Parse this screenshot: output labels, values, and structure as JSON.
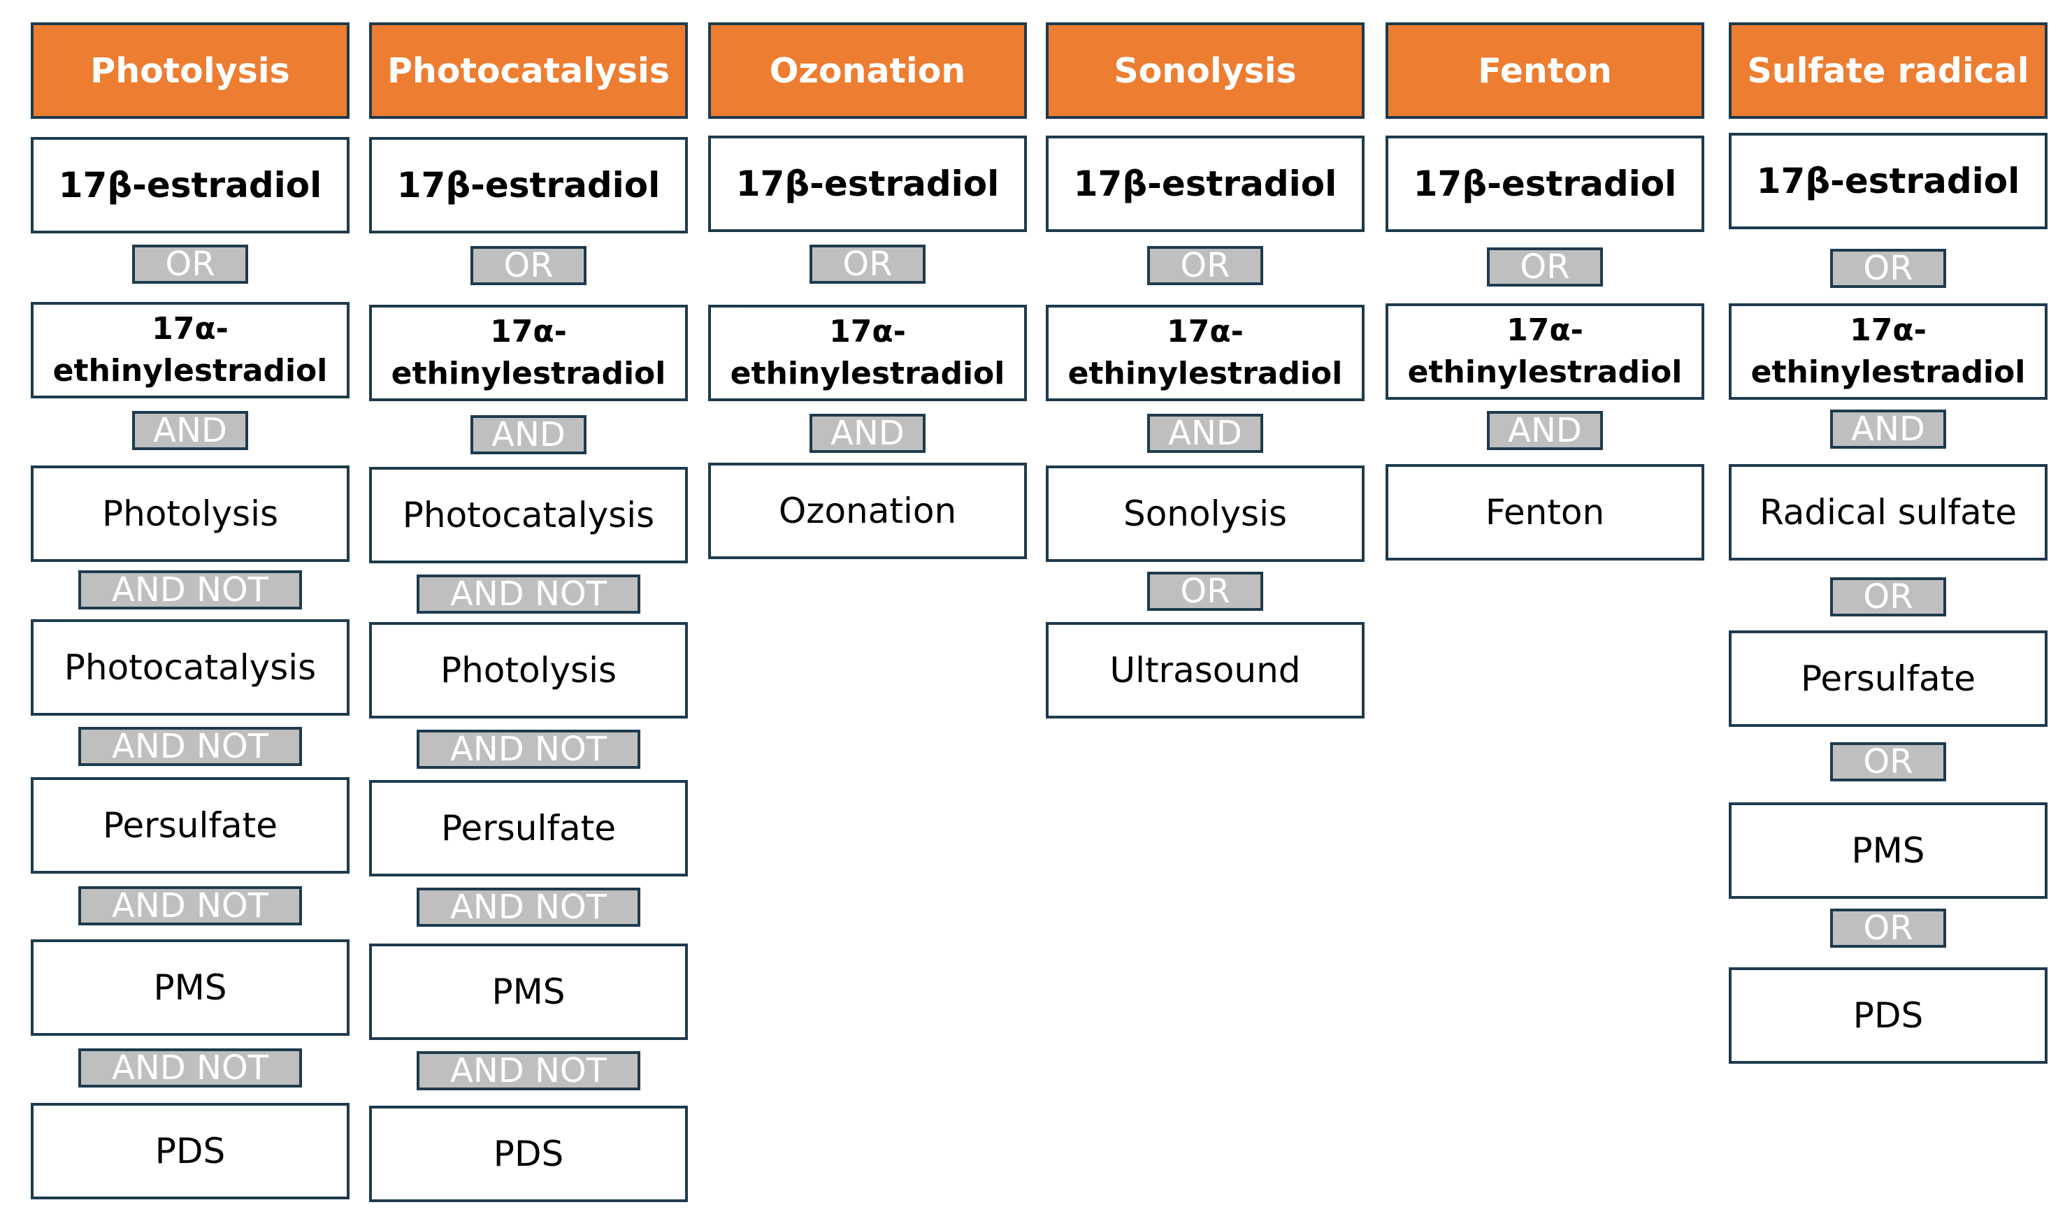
{
  "columns": [
    {
      "id": "photolysis",
      "header": "Photolysis",
      "items": [
        {
          "kind": "term",
          "text": "17β-estradiol",
          "bold": true
        },
        {
          "kind": "op",
          "text": "OR"
        },
        {
          "kind": "term",
          "text": "17α-ethinylestradiol",
          "bold": true
        },
        {
          "kind": "op",
          "text": "AND"
        },
        {
          "kind": "term",
          "text": "Photolysis",
          "bold": false
        },
        {
          "kind": "op",
          "text": "AND NOT"
        },
        {
          "kind": "term",
          "text": "Photocatalysis",
          "bold": false
        },
        {
          "kind": "op",
          "text": "AND NOT"
        },
        {
          "kind": "term",
          "text": "Persulfate",
          "bold": false
        },
        {
          "kind": "op",
          "text": "AND NOT"
        },
        {
          "kind": "term",
          "text": "PMS",
          "bold": false
        },
        {
          "kind": "op",
          "text": "AND NOT"
        },
        {
          "kind": "term",
          "text": "PDS",
          "bold": false
        }
      ]
    },
    {
      "id": "photocatalysis",
      "header": "Photocatalysis",
      "items": [
        {
          "kind": "term",
          "text": "17β-estradiol",
          "bold": true
        },
        {
          "kind": "op",
          "text": "OR"
        },
        {
          "kind": "term",
          "text": "17α-ethinylestradiol",
          "bold": true
        },
        {
          "kind": "op",
          "text": "AND"
        },
        {
          "kind": "term",
          "text": "Photocatalysis",
          "bold": false
        },
        {
          "kind": "op",
          "text": "AND NOT"
        },
        {
          "kind": "term",
          "text": "Photolysis",
          "bold": false
        },
        {
          "kind": "op",
          "text": "AND NOT"
        },
        {
          "kind": "term",
          "text": "Persulfate",
          "bold": false
        },
        {
          "kind": "op",
          "text": "AND NOT"
        },
        {
          "kind": "term",
          "text": "PMS",
          "bold": false
        },
        {
          "kind": "op",
          "text": "AND NOT"
        },
        {
          "kind": "term",
          "text": "PDS",
          "bold": false
        }
      ]
    },
    {
      "id": "ozonation",
      "header": "Ozonation",
      "items": [
        {
          "kind": "term",
          "text": "17β-estradiol",
          "bold": true
        },
        {
          "kind": "op",
          "text": "OR"
        },
        {
          "kind": "term",
          "text": "17α-ethinylestradiol",
          "bold": true
        },
        {
          "kind": "op",
          "text": "AND"
        },
        {
          "kind": "term",
          "text": "Ozonation",
          "bold": false
        }
      ]
    },
    {
      "id": "sonolysis",
      "header": "Sonolysis",
      "items": [
        {
          "kind": "term",
          "text": "17β-estradiol",
          "bold": true
        },
        {
          "kind": "op",
          "text": "OR"
        },
        {
          "kind": "term",
          "text": "17α-ethinylestradiol",
          "bold": true
        },
        {
          "kind": "op",
          "text": "AND"
        },
        {
          "kind": "term",
          "text": "Sonolysis",
          "bold": false
        },
        {
          "kind": "op",
          "text": "OR"
        },
        {
          "kind": "term",
          "text": "Ultrasound",
          "bold": false
        }
      ]
    },
    {
      "id": "fenton",
      "header": "Fenton",
      "items": [
        {
          "kind": "term",
          "text": "17β-estradiol",
          "bold": true
        },
        {
          "kind": "op",
          "text": "OR"
        },
        {
          "kind": "term",
          "text": "17α-ethinylestradiol",
          "bold": true
        },
        {
          "kind": "op",
          "text": "AND"
        },
        {
          "kind": "term",
          "text": "Fenton",
          "bold": false
        }
      ]
    },
    {
      "id": "sulfate-radical",
      "header": "Sulfate radical",
      "items": [
        {
          "kind": "term",
          "text": "17β-estradiol",
          "bold": true
        },
        {
          "kind": "op",
          "text": "OR"
        },
        {
          "kind": "term",
          "text": "17α-ethinylestradiol",
          "bold": true
        },
        {
          "kind": "op",
          "text": "AND"
        },
        {
          "kind": "term",
          "text": "Radical sulfate",
          "bold": false
        },
        {
          "kind": "op",
          "text": "OR"
        },
        {
          "kind": "term",
          "text": "Persulfate",
          "bold": false
        },
        {
          "kind": "op",
          "text": "OR"
        },
        {
          "kind": "term",
          "text": "PMS",
          "bold": false
        },
        {
          "kind": "op",
          "text": "OR"
        },
        {
          "kind": "term",
          "text": "PDS",
          "bold": false
        }
      ]
    }
  ]
}
